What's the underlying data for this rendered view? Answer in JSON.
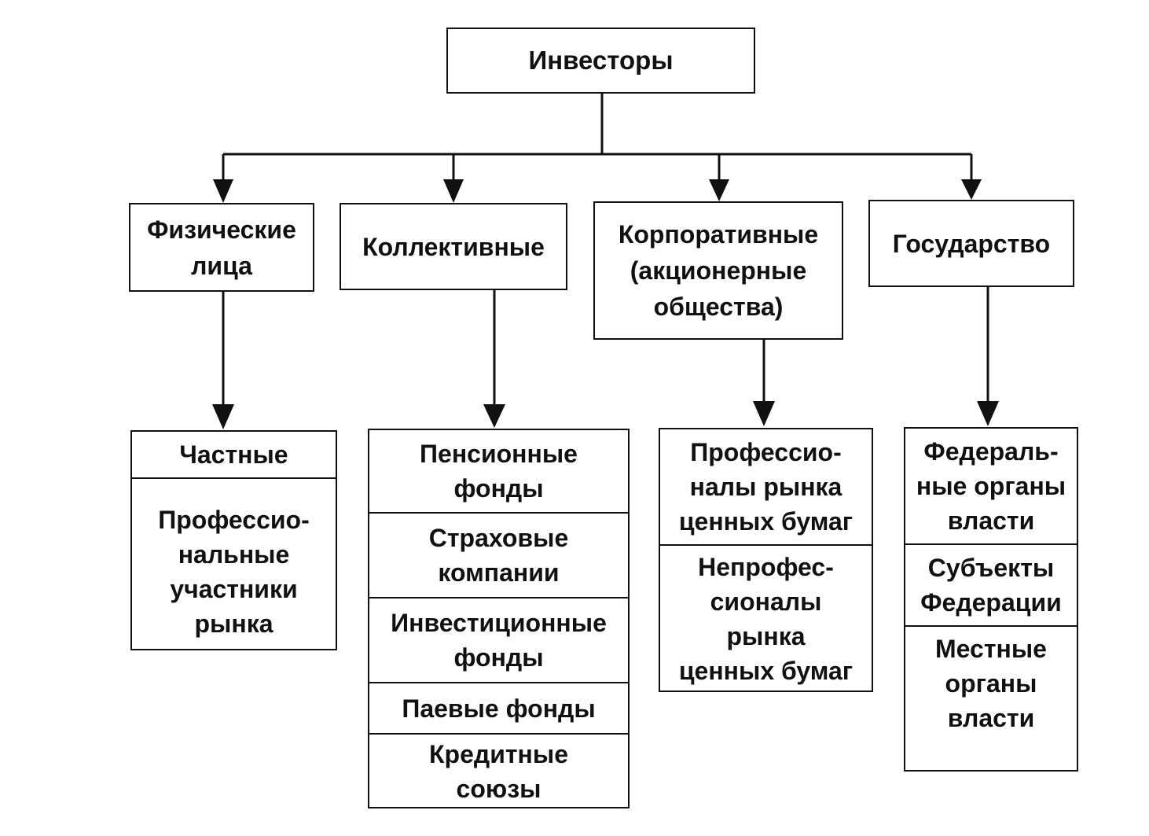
{
  "root": {
    "label": "Инвесторы"
  },
  "categories": [
    {
      "label": "Физические\nлица",
      "items": [
        {
          "label": "Частные"
        },
        {
          "label": "Профессио-\nнальные\nучастники\nрынка"
        }
      ]
    },
    {
      "label": "Коллективные",
      "items": [
        {
          "label": "Пенсионные\nфонды"
        },
        {
          "label": "Страховые\nкомпании"
        },
        {
          "label": "Инвестиционные\nфонды"
        },
        {
          "label": "Паевые фонды"
        },
        {
          "label": "Кредитные\nсоюзы"
        }
      ]
    },
    {
      "label": "Корпоративные\n(акционерные\nобщества)",
      "items": [
        {
          "label": "Профессио-\nналы рынка\nценных бумаг"
        },
        {
          "label": "Непрофес-\nсионалы\nрынка\nценных бумаг"
        }
      ]
    },
    {
      "label": "Государство",
      "items": [
        {
          "label": "Федераль-\nные органы\nвласти"
        },
        {
          "label": "Субъекты\nФедерации"
        },
        {
          "label": "Местные\nорганы\nвласти"
        }
      ]
    }
  ]
}
